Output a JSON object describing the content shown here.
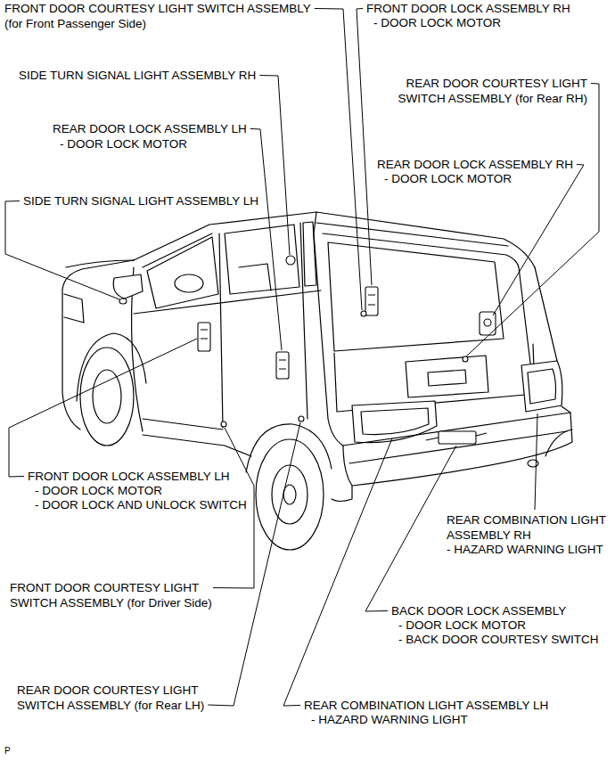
{
  "diagram": {
    "labels": [
      "FRONT DOOR COURTESY LIGHT SWITCH ASSEMBLY (for Front Passenger Side)",
      "FRONT DOOR LOCK ASSEMBLY RH",
      "- DOOR LOCK MOTOR",
      "SIDE TURN SIGNAL LIGHT ASSEMBLY RH",
      "REAR DOOR COURTESY LIGHT SWITCH ASSEMBLY (for Rear RH)",
      "REAR DOOR LOCK ASSEMBLY LH",
      "- DOOR LOCK MOTOR",
      "REAR DOOR LOCK ASSEMBLY RH",
      "- DOOR LOCK MOTOR",
      "SIDE TURN SIGNAL LIGHT ASSEMBLY LH",
      "FRONT DOOR LOCK ASSEMBLY LH",
      "- DOOR LOCK MOTOR",
      "- DOOR LOCK AND UNLOCK SWITCH",
      "FRONT DOOR COURTESY LIGHT SWITCH ASSEMBLY (for Driver Side)",
      "REAR DOOR COURTESY LIGHT SWITCH ASSEMBLY (for Rear LH)",
      "REAR COMBINATION LIGHT ASSEMBLY LH",
      "- HAZARD WARNING LIGHT",
      "BACK DOOR LOCK ASSEMBLY",
      "- DOOR LOCK MOTOR",
      "- BACK DOOR COURTESY SWITCH",
      "REAR COMBINATION LIGHT ASSEMBLY RH",
      "- HAZARD WARNING LIGHT",
      "P"
    ]
  }
}
